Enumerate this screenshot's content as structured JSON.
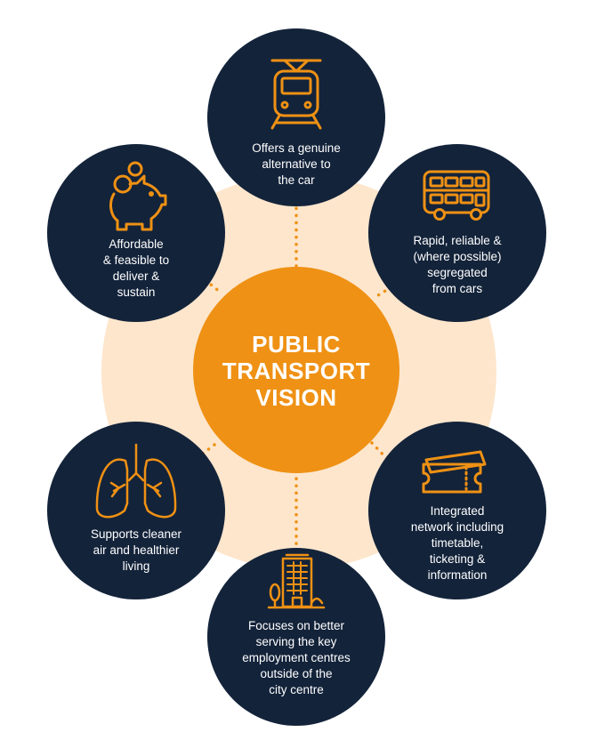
{
  "center": {
    "title": "PUBLIC\nTRANSPORT\nVISION"
  },
  "nodes": [
    {
      "id": "alternative",
      "label": "Offers a genuine\nalternative to\nthe car",
      "icon": "tram-icon"
    },
    {
      "id": "rapid",
      "label": "Rapid, reliable &\n(where possible)\nsegregated\nfrom cars",
      "icon": "bus-icon"
    },
    {
      "id": "integrated",
      "label": "Integrated\nnetwork including\ntimetable,\nticketing &\ninformation",
      "icon": "ticket-icon"
    },
    {
      "id": "employment",
      "label": "Focuses on better\nserving the key\nemployment centres\noutside of the\ncity centre",
      "icon": "office-building-icon"
    },
    {
      "id": "cleaner",
      "label": "Supports cleaner\nair and healthier\nliving",
      "icon": "lungs-icon"
    },
    {
      "id": "affordable",
      "label": "Affordable\n& feasible to\ndeliver &\nsustain",
      "icon": "piggy-bank-icon"
    }
  ],
  "colors": {
    "navy": "#13233a",
    "orange": "#ef9114",
    "peach": "#fde6cc",
    "white": "#ffffff"
  }
}
